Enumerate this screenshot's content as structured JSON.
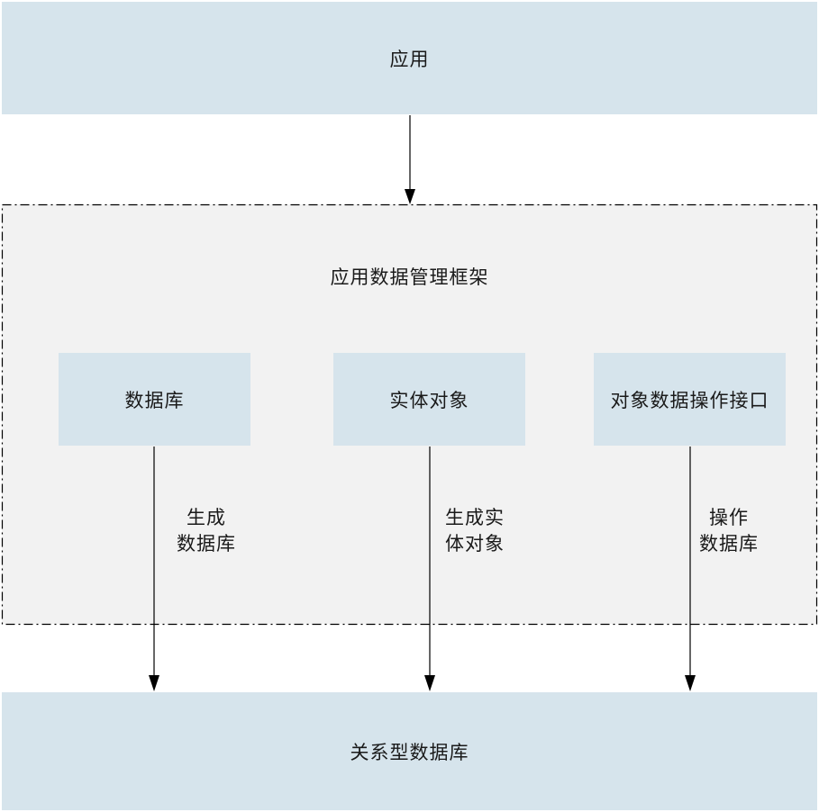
{
  "nodes": {
    "app": "应用",
    "framework": "应用数据管理框架",
    "database": "数据库",
    "entity_object": "实体对象",
    "object_db_api": "对象数据操作接口",
    "relational_db": "关系型数据库"
  },
  "edge_labels": {
    "gen_db": [
      "生成",
      "数据库"
    ],
    "gen_entity": [
      "生成实",
      "体对象"
    ],
    "op_db": [
      "操作",
      "数据库"
    ]
  },
  "colors": {
    "box_fill": "#d6e4ec",
    "container_fill": "#f2f2f2",
    "line": "#000000"
  }
}
